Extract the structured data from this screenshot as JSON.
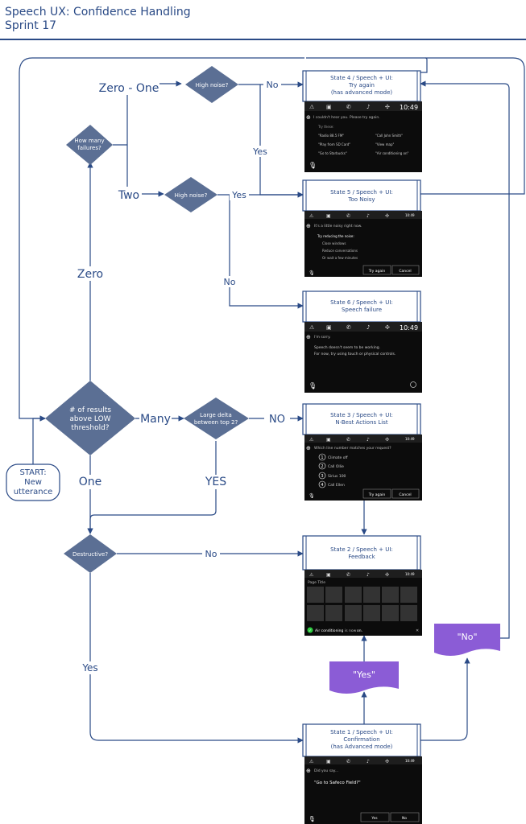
{
  "header": {
    "title_line1": "Speech UX: Confidence Handling",
    "title_line2": "Sprint 17"
  },
  "colors": {
    "accent": "#2a4a86",
    "diamond": "#5b6f94",
    "screen": "#0c0c0c",
    "note": "#8b5cd6",
    "check": "#2ecc40"
  },
  "start": {
    "line1": "START:",
    "line2": "New",
    "line3": "utterance"
  },
  "decisions": {
    "results": {
      "line1": "# of results",
      "line2": "above LOW",
      "line3": "threshold?"
    },
    "failures": {
      "line1": "How many",
      "line2": "failures?"
    },
    "noise_top": {
      "label": "High noise?"
    },
    "noise_mid": {
      "label": "High noise?"
    },
    "delta": {
      "line1": "Large delta",
      "line2": "between top 2?"
    },
    "destructive": {
      "label": "Destructive?"
    }
  },
  "edge_labels": {
    "zero_one": "Zero - One",
    "two": "Two",
    "zero": "Zero",
    "many": "Many",
    "one": "One",
    "yes_delta": "YES",
    "no_delta": "NO",
    "no_noise_top": "No",
    "yes_noise_top": "Yes",
    "yes_noise_mid": "Yes",
    "no_noise_mid": "No",
    "no_destructive": "No",
    "yes_destructive": "Yes"
  },
  "notes": {
    "yes": "\"Yes\"",
    "no": "\"No\""
  },
  "states": {
    "s4": {
      "line1": "State 4 / Speech + UI:",
      "line2": "Try again",
      "line3": "(has advanced mode)",
      "clock": "10:49",
      "prompt": "I couldn't hear you. Please try again.",
      "try_these": "Try these:",
      "col1": [
        "\"Radio 88.5 FM\"",
        "\"Play from SD Card\"",
        "\"Go to Starbucks\""
      ],
      "col2": [
        "\"Call John Smith\"",
        "\"View map\"",
        "\"Air conditioning on\""
      ]
    },
    "s5": {
      "line1": "State 5 / Speech + UI:",
      "line2": "Too Noisy",
      "clock": "10:49",
      "prompt": "It's a little noisy right now.",
      "heading": "Try reducing the noise:",
      "items": [
        "Close windows",
        "Reduce conversations",
        "Or wait a few minutes"
      ],
      "btn1": "Try again",
      "btn2": "Cancel"
    },
    "s6": {
      "line1": "State 6 / Speech + UI:",
      "line2": "Speech failure",
      "clock": "10:49",
      "prompt": "I'm sorry.",
      "body1": "Speech doesn't seem to be working.",
      "body2": "For now, try using touch or physical controls."
    },
    "s3": {
      "line1": "State 3 / Speech + UI:",
      "line2": "N-Best Actions List",
      "clock": "10:49",
      "prompt": "Which line number matches your request?",
      "items": [
        "Climate off",
        "Call Ollie",
        "Sirius 100",
        "Call Ellen"
      ],
      "btn1": "Try again",
      "btn2": "Cancel"
    },
    "s2": {
      "line1": "State 2 / Speech + UI:",
      "line2": "Feedback",
      "clock": "10:49",
      "page_title": "Page Title",
      "status_prefix": "Air conditioning",
      "status_suffix": "is now",
      "status_value": "on."
    },
    "s1": {
      "line1": "State 1 / Speech + UI:",
      "line2": "Confirmation",
      "line3": "(has Advanced mode)",
      "clock": "10:49",
      "prompt": "Did you say...",
      "quote": "\"Go to Safeco Field?\"",
      "btn1": "Yes",
      "btn2": "No"
    }
  }
}
